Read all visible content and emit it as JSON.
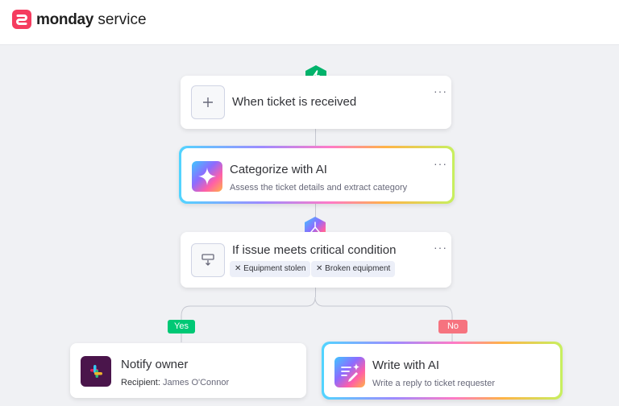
{
  "header": {
    "brand_bold": "monday",
    "brand_light": "service"
  },
  "trigger": {
    "title": "When ticket is received"
  },
  "categorize": {
    "title": "Categorize with AI",
    "subtitle": "Assess the ticket details and extract category"
  },
  "condition": {
    "title": "If issue meets critical condition",
    "tags": [
      "Equipment stolen",
      "Broken equipment"
    ]
  },
  "branches": {
    "yes_label": "Yes",
    "no_label": "No"
  },
  "notify": {
    "title": "Notify owner",
    "recipient_label": "Recipient:",
    "recipient_value": "James O'Connor"
  },
  "write": {
    "title": "Write with AI",
    "subtitle": "Write a reply to ticket requester"
  },
  "menu_glyph": "···",
  "colors": {
    "brand": "#f53c5f",
    "trigger_hex": "#00b36b",
    "yes": "#00c875",
    "no": "#f6737f",
    "slack_bg": "#4a154b"
  },
  "icons": [
    "lightning-icon",
    "plus-icon",
    "sparkle-icon",
    "filter-icon",
    "slack-icon",
    "write-ai-icon",
    "more-icon"
  ]
}
